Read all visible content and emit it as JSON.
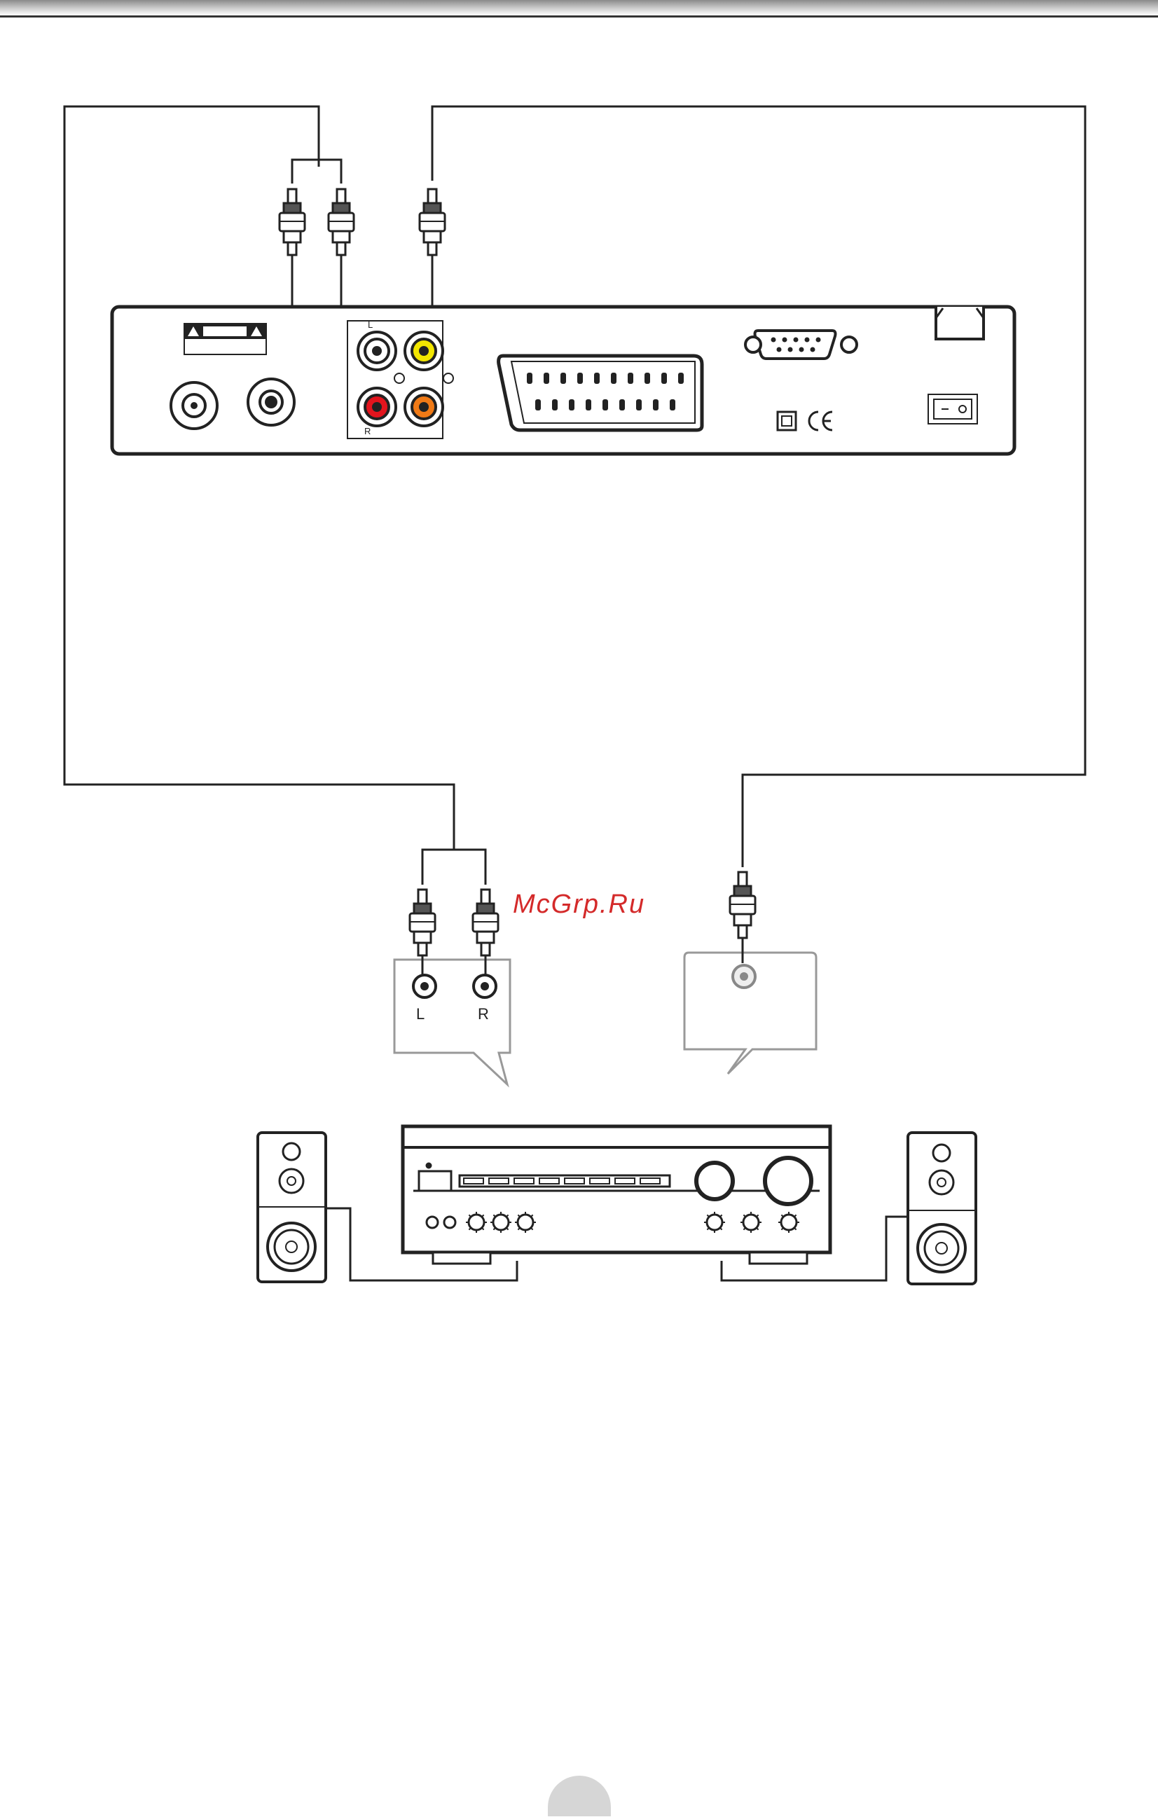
{
  "watermark": "McGrp.Ru",
  "receiver_panel": {
    "audio_left_label": "L",
    "audio_right_label": "R"
  },
  "amplifier_inputs": {
    "left_label": "L",
    "right_label": "R"
  },
  "colors": {
    "audio_left_jack": "#ffffff",
    "audio_right_jack": "#e3141d",
    "video_jack": "#f2e600",
    "spdif_jack": "#f07a16",
    "watermark": "#d42a2a",
    "line": "#222222"
  }
}
